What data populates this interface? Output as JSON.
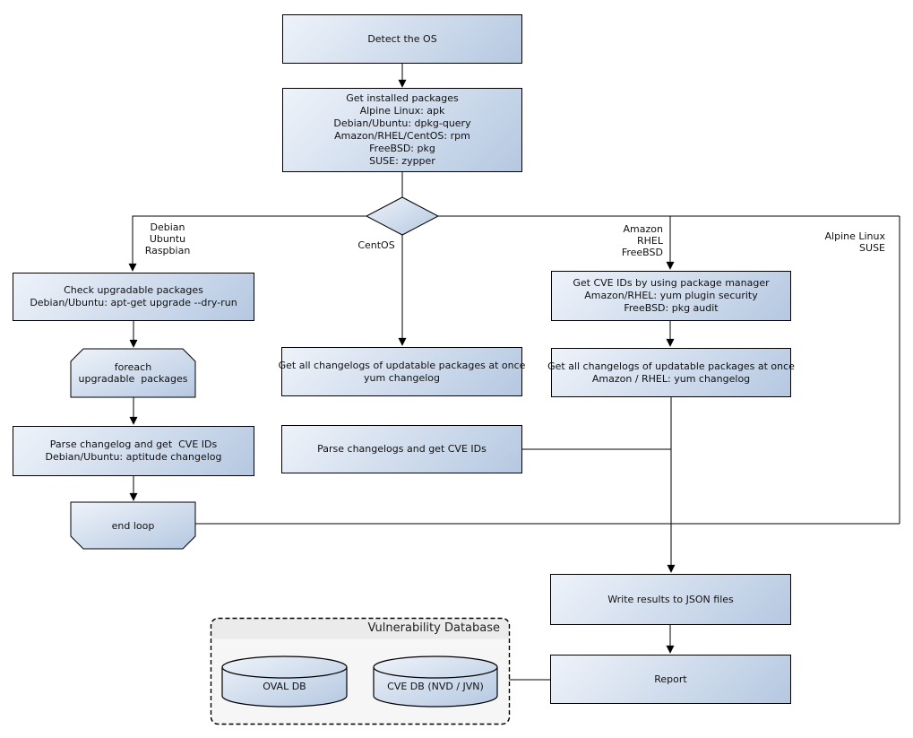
{
  "nodes": {
    "detect_os": "Detect the OS",
    "get_installed_packages": "Get installed packages\nAlpine Linux: apk\nDebian/Ubuntu: dpkg-query\nAmazon/RHEL/CentOS: rpm\nFreeBSD: pkg\nSUSE: zypper",
    "check_upgradable": "Check upgradable packages\nDebian/Ubuntu: apt-get upgrade --dry-run",
    "foreach_loop": "foreach\nupgradable  packages",
    "parse_changelog_debian": "Parse changelog and get  CVE IDs\nDebian/Ubuntu: aptitude changelog",
    "end_loop": "end loop",
    "get_changelogs_centos": "Get all changelogs of updatable packages at once\nyum changelog",
    "parse_changelogs_centos": "Parse changelogs and get CVE IDs",
    "get_cve_ids_pkg_manager": "Get CVE IDs by using package manager\nAmazon/RHEL: yum plugin security\nFreeBSD: pkg audit",
    "get_changelogs_amazon": "Get all changelogs of updatable packages at once\nAmazon / RHEL: yum changelog",
    "write_json": "Write results to JSON files",
    "report": "Report"
  },
  "branch_labels": {
    "debian": "Debian\nUbuntu\nRaspbian",
    "centos": "CentOS",
    "amazon": "Amazon\nRHEL\nFreeBSD",
    "alpine": "Alpine Linux\nSUSE"
  },
  "database": {
    "title": "Vulnerability Database",
    "oval_db": "OVAL DB",
    "cve_db": "CVE DB (NVD / JVN)"
  },
  "colors": {
    "node_gradient_start": "#eef3fa",
    "node_gradient_end": "#b5c8e1",
    "node_border": "#000000",
    "line": "#000000",
    "cluster_fill": "#f6f6f6",
    "cluster_band": "#ebebeb"
  }
}
